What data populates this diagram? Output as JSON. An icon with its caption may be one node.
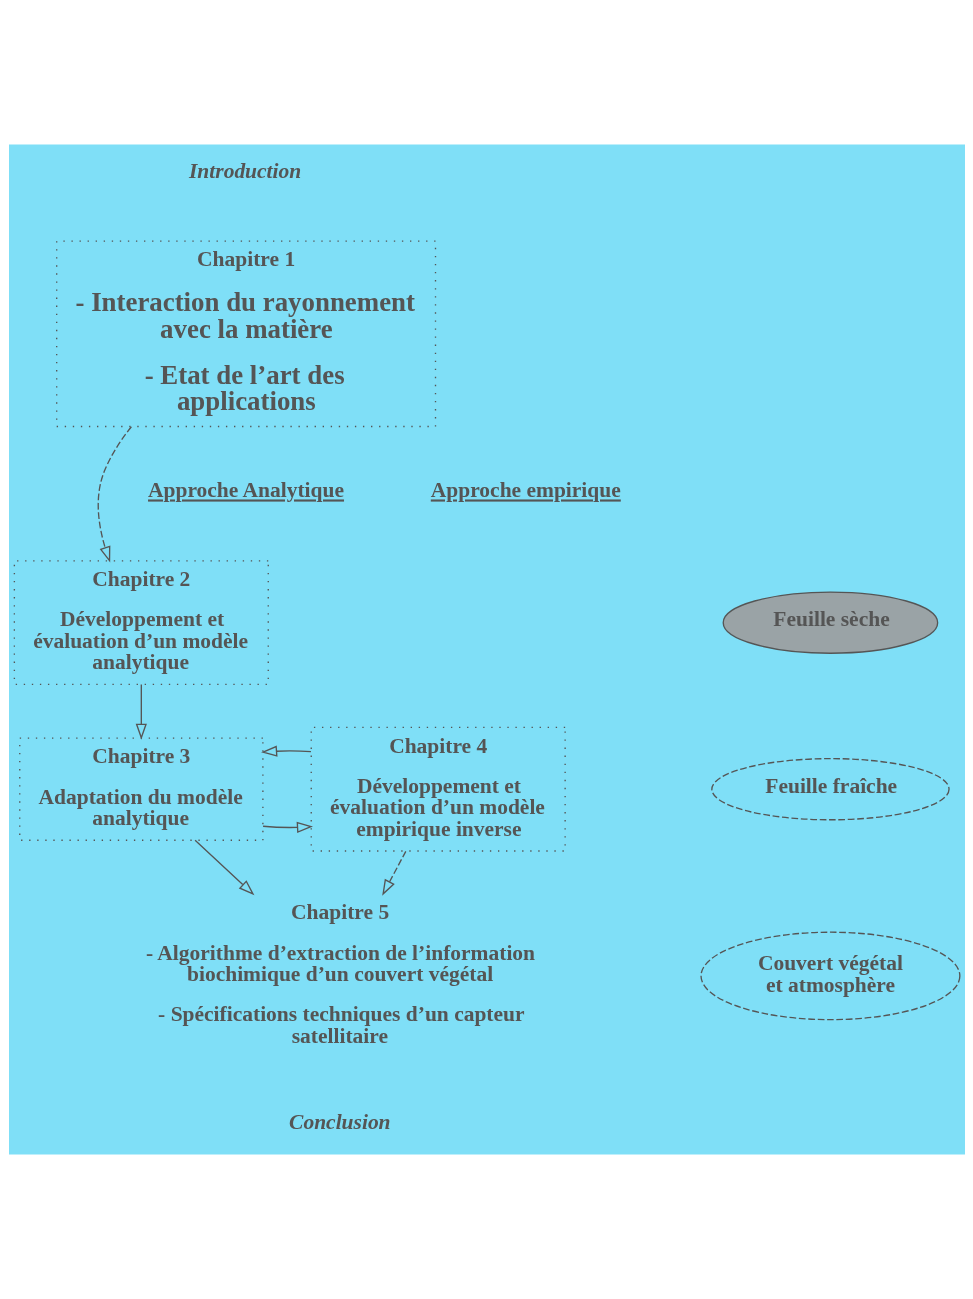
{
  "diagram": {
    "nodes": [
      {
        "text": [
          "Chapitre 1",
          "- Interaction du rayonnement avec la matière",
          "- Etat de l’art des applications"
        ]
      },
      {
        "text": [
          "Chapitre 2",
          "Développement et évaluation d’un modèle analytique"
        ]
      },
      {
        "text": [
          "Chapitre 3",
          "Adaptation du modèle analytique"
        ]
      },
      {
        "text": [
          "Chapitre 4",
          "Développement et évaluation d’un modèle empirique inverse"
        ]
      },
      {
        "text": [
          "Chapitre 5",
          "- Algorithme d’extraction de l’information biochimique d’un couvert végétal",
          "- Spécifications techniques d’un capteur satellitaire"
        ]
      },
      {
        "text": [
          "Feuille sèche"
        ]
      },
      {
        "text": [
          "Feuille fraîche"
        ]
      },
      {
        "text": [
          "Couvert végétal et atmosphère"
        ]
      }
    ],
    "edges": [
      {
        "from": 0,
        "to": 1,
        "arrow": "to",
        "style": "dashed"
      },
      {
        "from": 1,
        "to": 2,
        "arrow": "to"
      },
      {
        "from": 2,
        "to": 3,
        "arrow": "to"
      },
      {
        "from": 3,
        "to": 2,
        "arrow": "to"
      },
      {
        "from": 2,
        "to": 4,
        "arrow": "to"
      },
      {
        "from": 3,
        "to": 4,
        "arrow": "to",
        "style": "dashed"
      }
    ],
    "labels": [
      "Introduction",
      "Approche Analytique",
      "Approche empirique",
      "Conclusion"
    ]
  }
}
